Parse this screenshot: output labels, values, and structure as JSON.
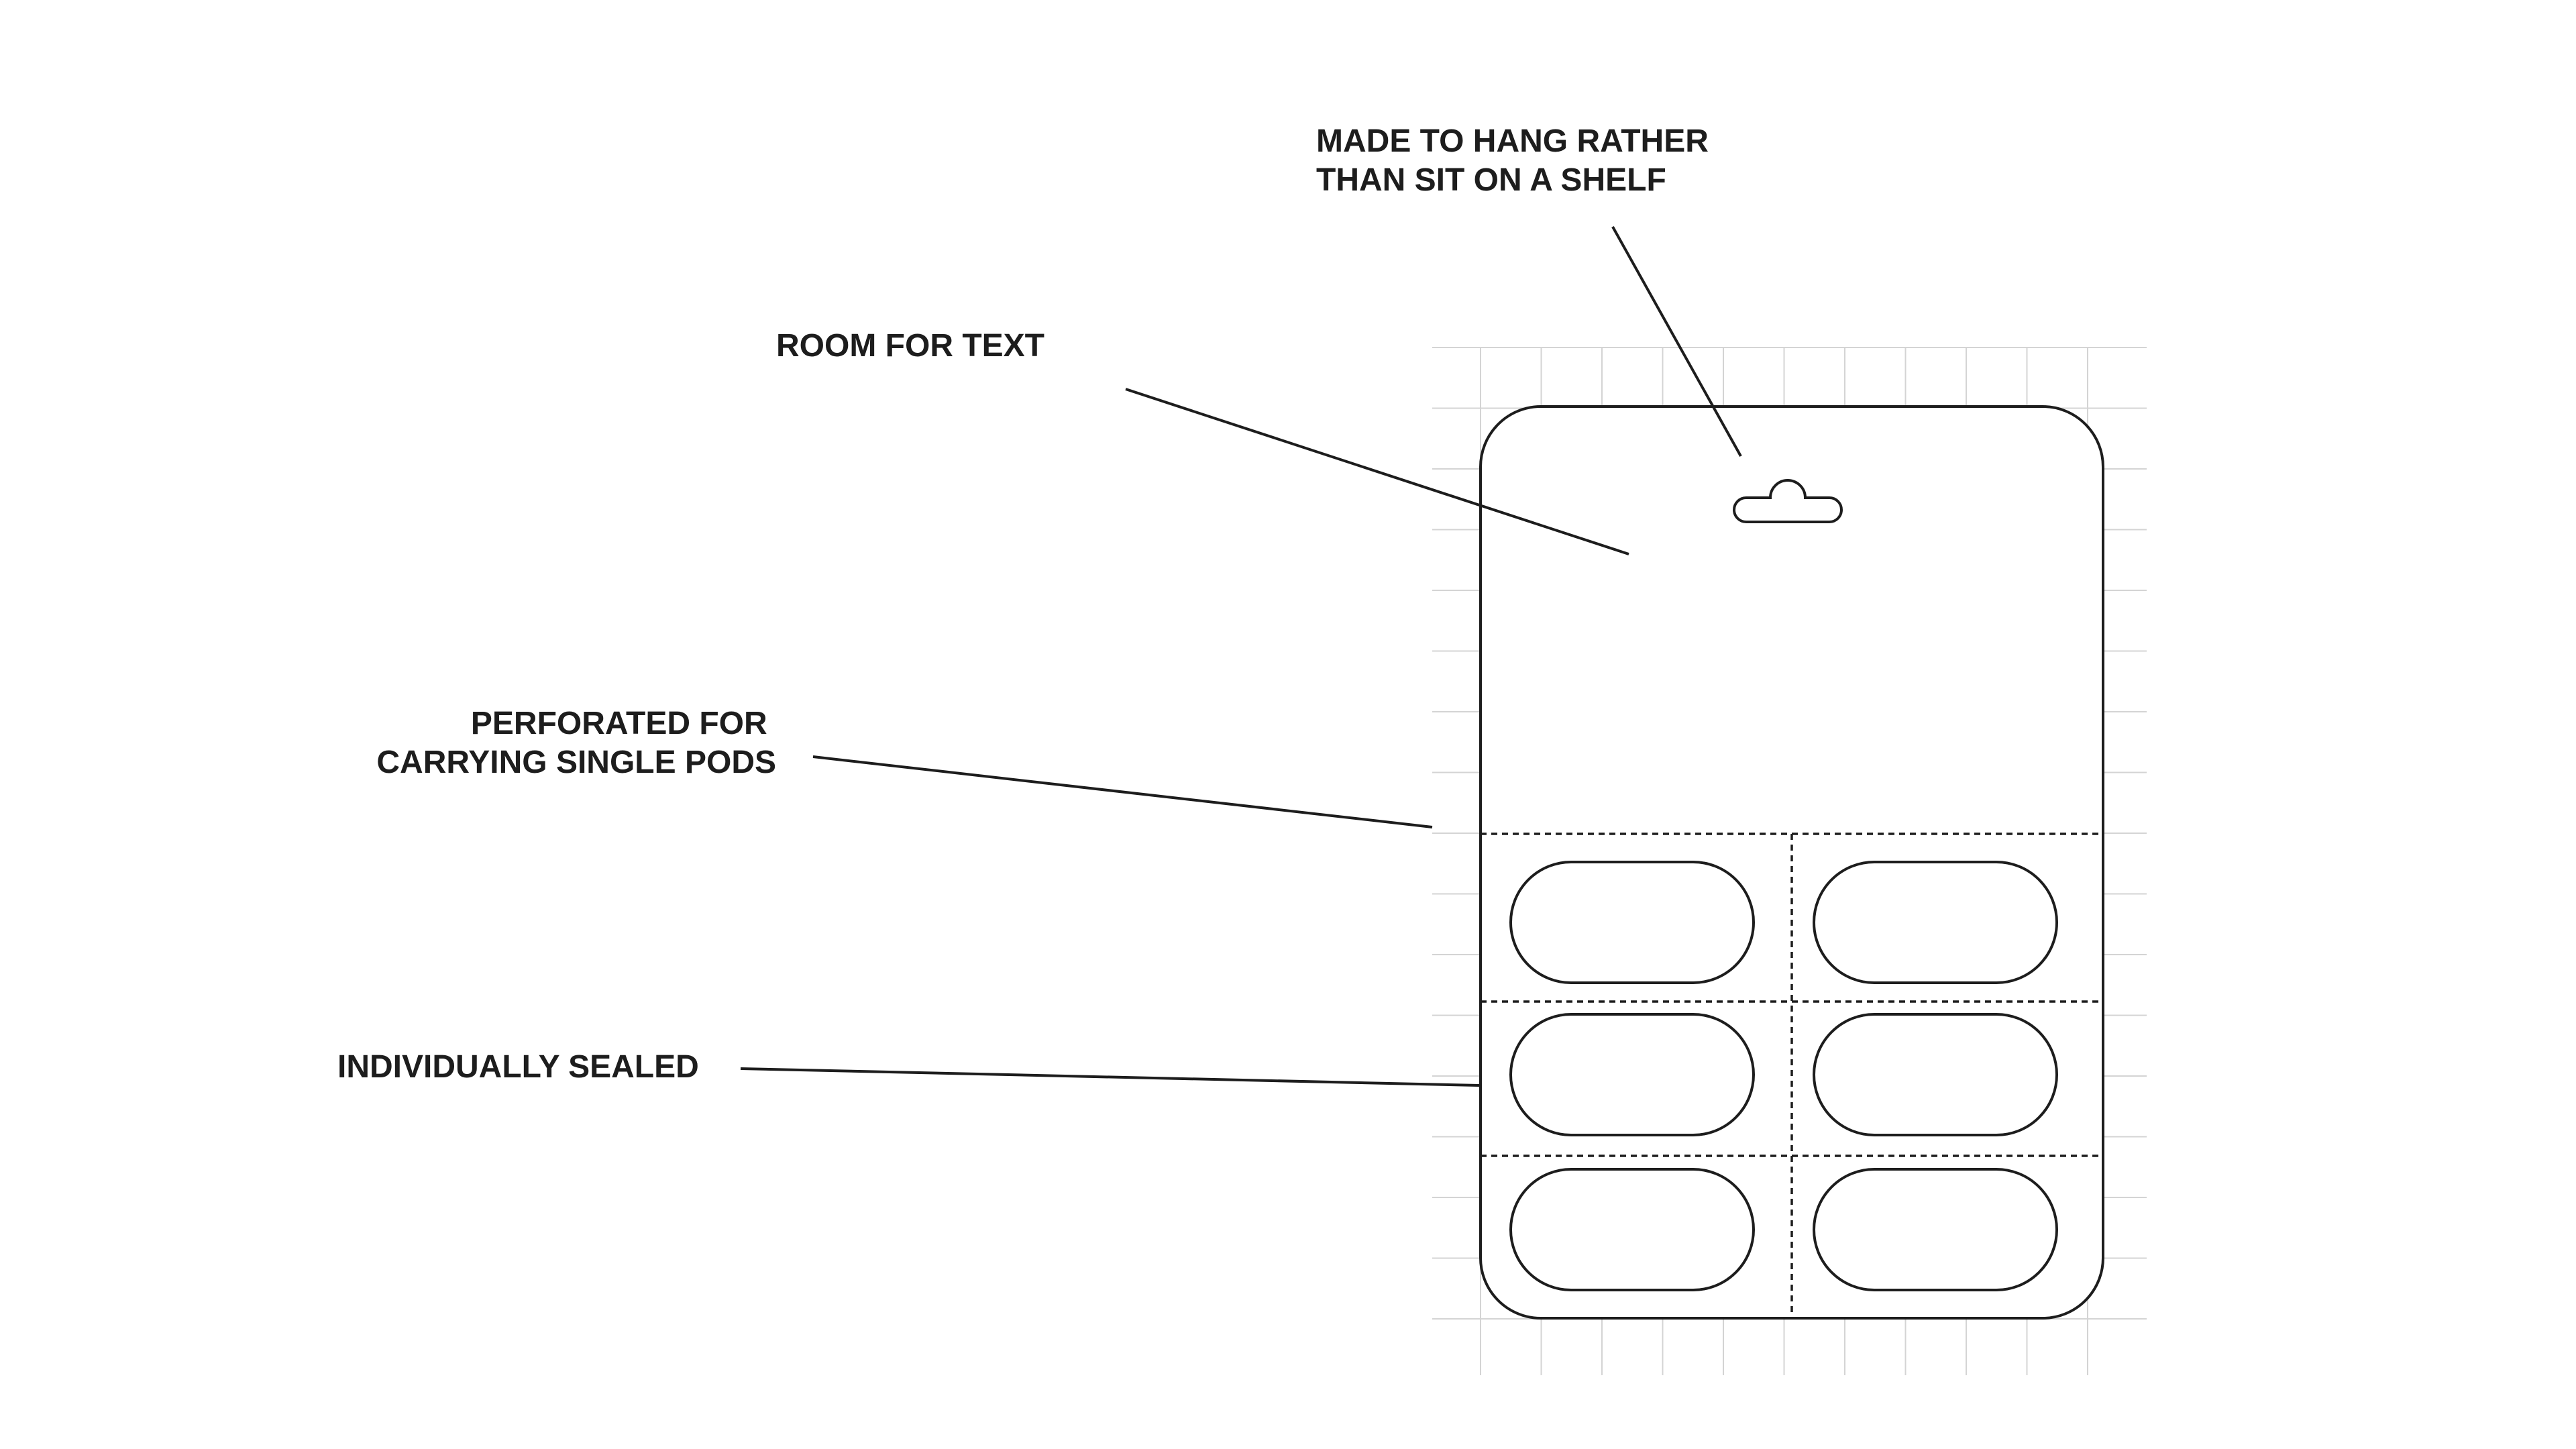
{
  "diagram": {
    "annotations": {
      "hang": [
        "MADE TO HANG RATHER",
        "THAN SIT ON A SHELF"
      ],
      "room": [
        "ROOM FOR TEXT"
      ],
      "perforated": [
        "PERFORATED FOR",
        "CARRYING SINGLE PODS"
      ],
      "sealed": [
        "INDIVIDUALLY SEALED"
      ]
    },
    "blister_card": {
      "pod_columns": 2,
      "pod_rows": 3
    },
    "colors": {
      "ink": "#1d1d1d",
      "grid": "#d4d4d4",
      "background": "#ffffff"
    }
  }
}
